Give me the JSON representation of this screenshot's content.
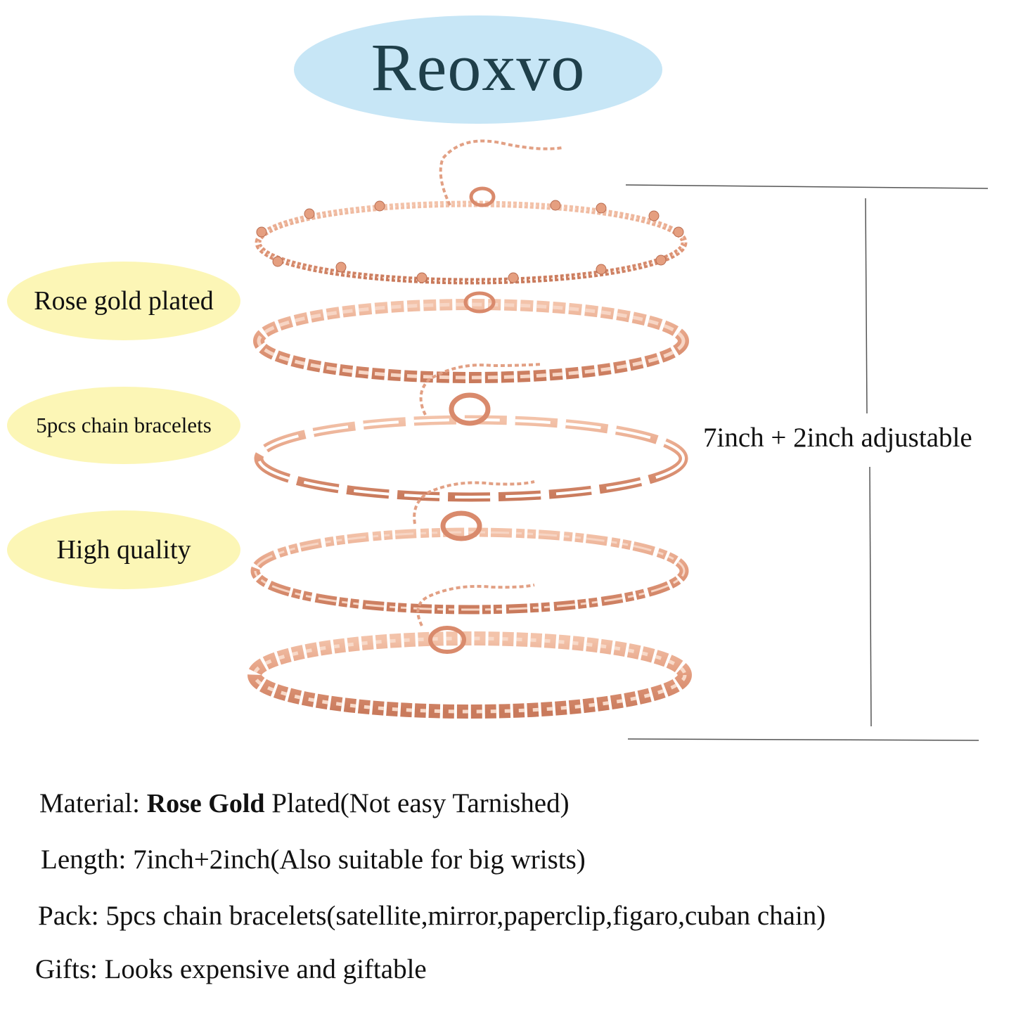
{
  "brand": {
    "name": "Reoxvo",
    "oval_color": "#c7e6f6",
    "text_color": "#1f3f4a"
  },
  "features": [
    {
      "label": "Rose gold plated"
    },
    {
      "label": "5pcs chain bracelets"
    },
    {
      "label": "High quality"
    }
  ],
  "feature_oval_color": "#fcf6b6",
  "measurement": {
    "label": "7inch + 2inch adjustable"
  },
  "bracelets": [
    {
      "name": "satellite"
    },
    {
      "name": "mirror"
    },
    {
      "name": "paperclip"
    },
    {
      "name": "figaro"
    },
    {
      "name": "cuban chain"
    }
  ],
  "bracelet_color": "#e9a487",
  "specs": [
    {
      "label": "Material:",
      "highlight": "Rose Gold",
      "text": "Plated(Not easy Tarnished)"
    },
    {
      "label": "Length:",
      "highlight": "",
      "text": "7inch+2inch(Also suitable for big wrists)"
    },
    {
      "label": "Pack:",
      "highlight": "",
      "text": "5pcs chain bracelets(satellite,mirror,paperclip,figaro,cuban chain)"
    },
    {
      "label": "Gifts:",
      "highlight": "",
      "text": "Looks expensive and giftable"
    }
  ]
}
